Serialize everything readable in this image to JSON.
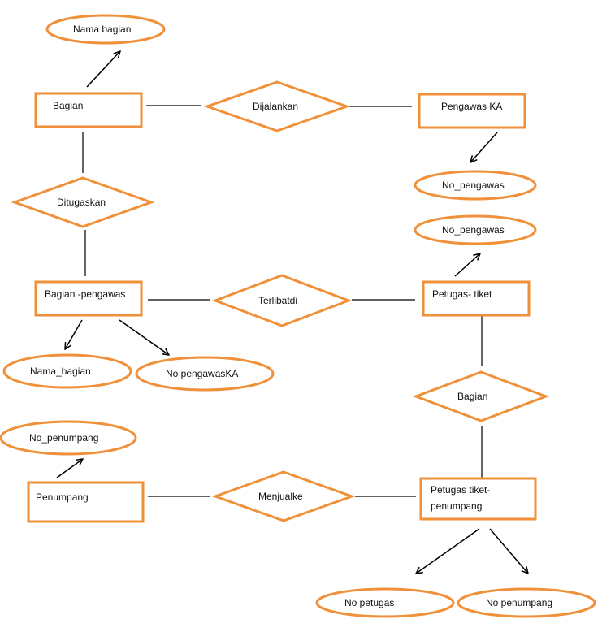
{
  "entities": {
    "bagian": "Bagian",
    "pengawas_ka": "Pengawas KA",
    "bagian_pengawas": "Bagian -pengawas",
    "petugas_tiket": "Petugas- tiket",
    "penumpang": "Penumpang",
    "petugas_tiket_penumpang_line1": "Petugas tiket-",
    "petugas_tiket_penumpang_line2": "penumpang"
  },
  "relationships": {
    "dijalankan": "Dijalankan",
    "ditugaskan": "Ditugaskan",
    "terlibat_di": "Terlibatdi",
    "bagian": "Bagian",
    "menjual_ke": "Menjualke"
  },
  "attributes": {
    "nama_bagian_top": "Nama  bagian",
    "no_pengawas_1": "No_pengawas",
    "no_pengawas_2": "No_pengawas",
    "nama_bagian": "Nama_bagian",
    "no_pengawas_ka": "No  pengawasKA",
    "no_penumpang_top": "No_penumpang",
    "no_petugas": "No  petugas",
    "no_penumpang_bottom": "No penumpang"
  },
  "colors": {
    "shape_stroke": "#f0913a",
    "line": "#000000"
  }
}
